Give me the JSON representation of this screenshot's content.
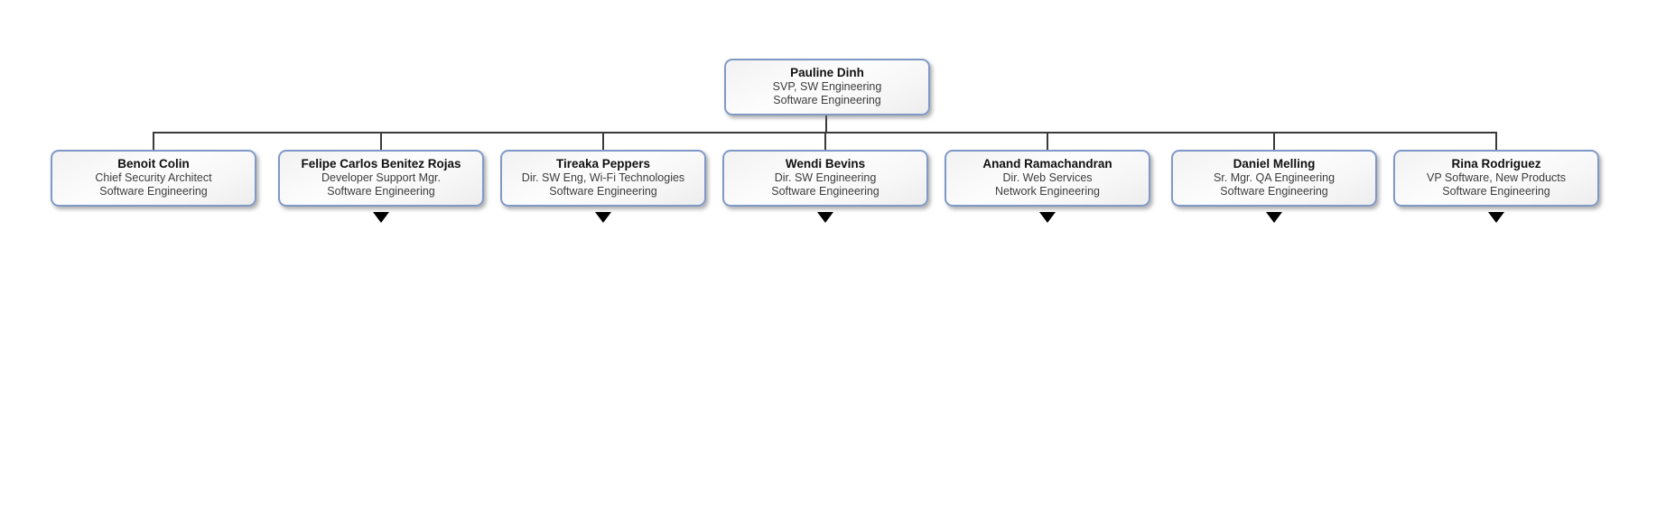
{
  "org": {
    "root": {
      "name": "Pauline Dinh",
      "title": "SVP, SW Engineering",
      "department": "Software Engineering",
      "has_expander": false
    },
    "children": [
      {
        "name": "Benoit Colin",
        "title": "Chief Security Architect",
        "department": "Software Engineering",
        "has_expander": false
      },
      {
        "name": "Felipe Carlos Benitez Rojas",
        "title": "Developer Support Mgr.",
        "department": "Software Engineering",
        "has_expander": true
      },
      {
        "name": "Tireaka Peppers",
        "title": "Dir. SW Eng, Wi-Fi Technologies",
        "department": "Software Engineering",
        "has_expander": true
      },
      {
        "name": "Wendi Bevins",
        "title": "Dir. SW Engineering",
        "department": "Software Engineering",
        "has_expander": true
      },
      {
        "name": "Anand Ramachandran",
        "title": "Dir. Web Services",
        "department": "Network Engineering",
        "has_expander": true
      },
      {
        "name": "Daniel Melling",
        "title": "Sr. Mgr. QA Engineering",
        "department": "Software Engineering",
        "has_expander": true
      },
      {
        "name": "Rina Rodriguez",
        "title": "VP Software, New Products",
        "department": "Software Engineering",
        "has_expander": true
      }
    ],
    "colors": {
      "card_border": "#7f99c6",
      "card_fill_top": "#fdfdfd",
      "card_fill_bottom": "#ededed",
      "connector_line": "#3a3a3a",
      "expander_triangle": "#000000",
      "background": "#ffffff"
    }
  }
}
